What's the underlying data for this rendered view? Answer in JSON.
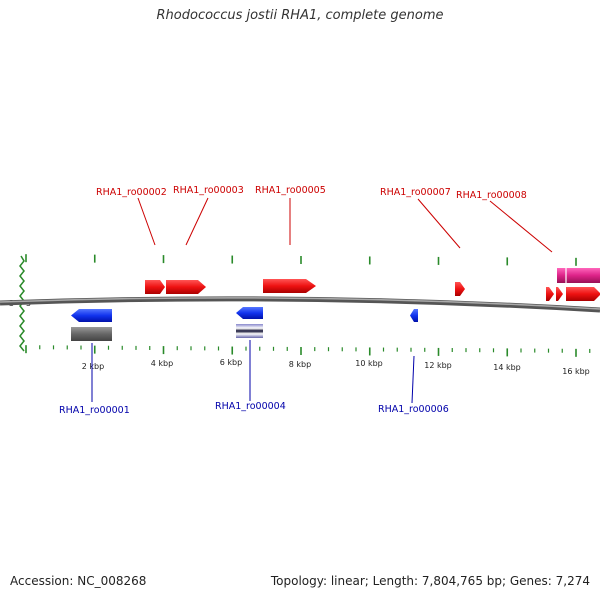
{
  "title": "Rhodococcus jostii RHA1, complete genome",
  "footer": {
    "accession": "Accession: NC_008268",
    "stats": "Topology: linear; Length: 7,804,765 bp; Genes: 7,274"
  },
  "strand_labels": {
    "three_prime": "3'",
    "five_prime": "5'"
  },
  "colors": {
    "forward_gene": "#ee1111",
    "reverse_gene": "#1133ee",
    "forward_label": "#cc0000",
    "reverse_label": "#0000aa",
    "ticks": "#2a8a2a",
    "backbone": "#777777",
    "pseudo_feature": "#dd2288",
    "misc_feature_gray": "#666666"
  },
  "axis": {
    "unit": "kbp",
    "ticks": [
      "2 kbp",
      "4 kbp",
      "6 kbp",
      "8 kbp",
      "10 kbp",
      "12 kbp",
      "14 kbp",
      "16 kbp"
    ]
  },
  "genes": [
    {
      "id": "RHA1_ro00001",
      "strand": "reverse"
    },
    {
      "id": "RHA1_ro00002",
      "strand": "forward"
    },
    {
      "id": "RHA1_ro00003",
      "strand": "forward"
    },
    {
      "id": "RHA1_ro00004",
      "strand": "reverse"
    },
    {
      "id": "RHA1_ro00005",
      "strand": "forward"
    },
    {
      "id": "RHA1_ro00006",
      "strand": "reverse"
    },
    {
      "id": "RHA1_ro00007",
      "strand": "forward"
    },
    {
      "id": "RHA1_ro00008",
      "strand": "forward"
    }
  ]
}
